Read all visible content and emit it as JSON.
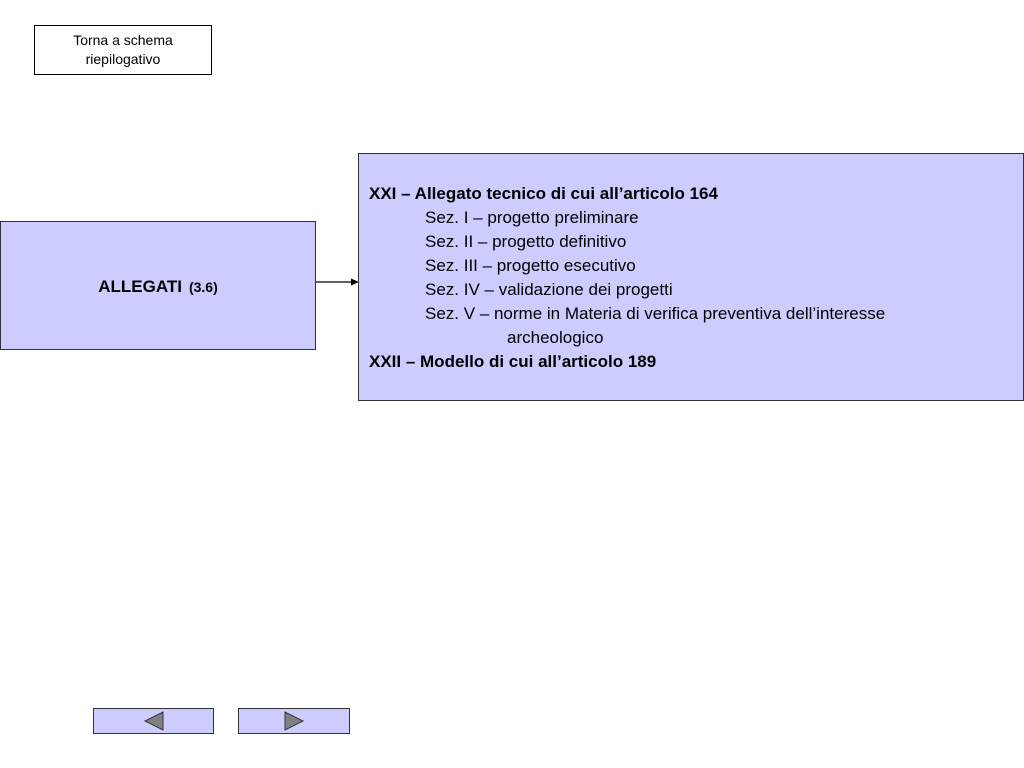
{
  "back_button": {
    "line1": "Torna a schema",
    "line2": "riepilogativo"
  },
  "allegati": {
    "title": "ALLEGATI",
    "ref": "(3.6)"
  },
  "content": {
    "heading1": "XXI – Allegato tecnico di cui all’articolo 164",
    "sections": [
      "Sez.   I – progetto preliminare",
      "Sez.  II – progetto definitivo",
      "Sez. III – progetto esecutivo",
      "Sez. IV – validazione dei progetti",
      "Sez. V – norme in Materia di verifica preventiva dell’interesse"
    ],
    "section_continuation": "archeologico",
    "heading2": "XXII – Modello di cui all’articolo 189"
  },
  "navigation": {
    "prev_icon": "triangle-left-icon",
    "next_icon": "triangle-right-icon"
  },
  "colors": {
    "box_fill": "#ccccff",
    "arrow_fill": "#808080",
    "border": "#333333"
  }
}
